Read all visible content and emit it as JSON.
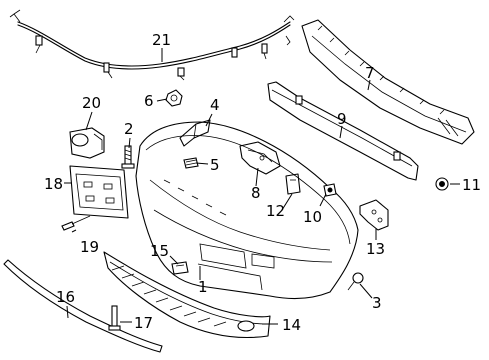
{
  "callouts": [
    {
      "label": "1"
    },
    {
      "label": "2"
    },
    {
      "label": "3"
    },
    {
      "label": "4"
    },
    {
      "label": "5"
    },
    {
      "label": "6"
    },
    {
      "label": "7"
    },
    {
      "label": "8"
    },
    {
      "label": "9"
    },
    {
      "label": "10"
    },
    {
      "label": "11"
    },
    {
      "label": "12"
    },
    {
      "label": "13"
    },
    {
      "label": "14"
    },
    {
      "label": "15"
    },
    {
      "label": "16"
    },
    {
      "label": "17"
    },
    {
      "label": "18"
    },
    {
      "label": "19"
    },
    {
      "label": "20"
    },
    {
      "label": "21"
    }
  ]
}
